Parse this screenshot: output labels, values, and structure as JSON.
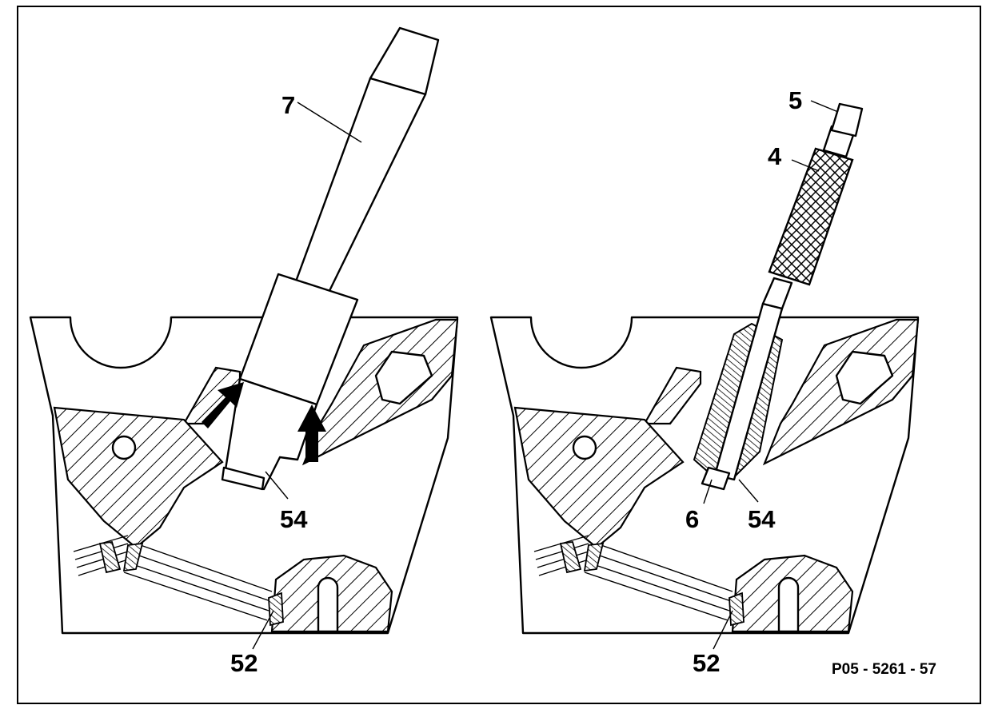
{
  "figure_code": "P05 - 5261 - 57",
  "left_panel": {
    "labels": {
      "tool": "7",
      "guide": "54",
      "seat": "52"
    }
  },
  "right_panel": {
    "labels": {
      "part5": "5",
      "part4": "4",
      "part6": "6",
      "guide": "54",
      "seat": "52"
    }
  }
}
